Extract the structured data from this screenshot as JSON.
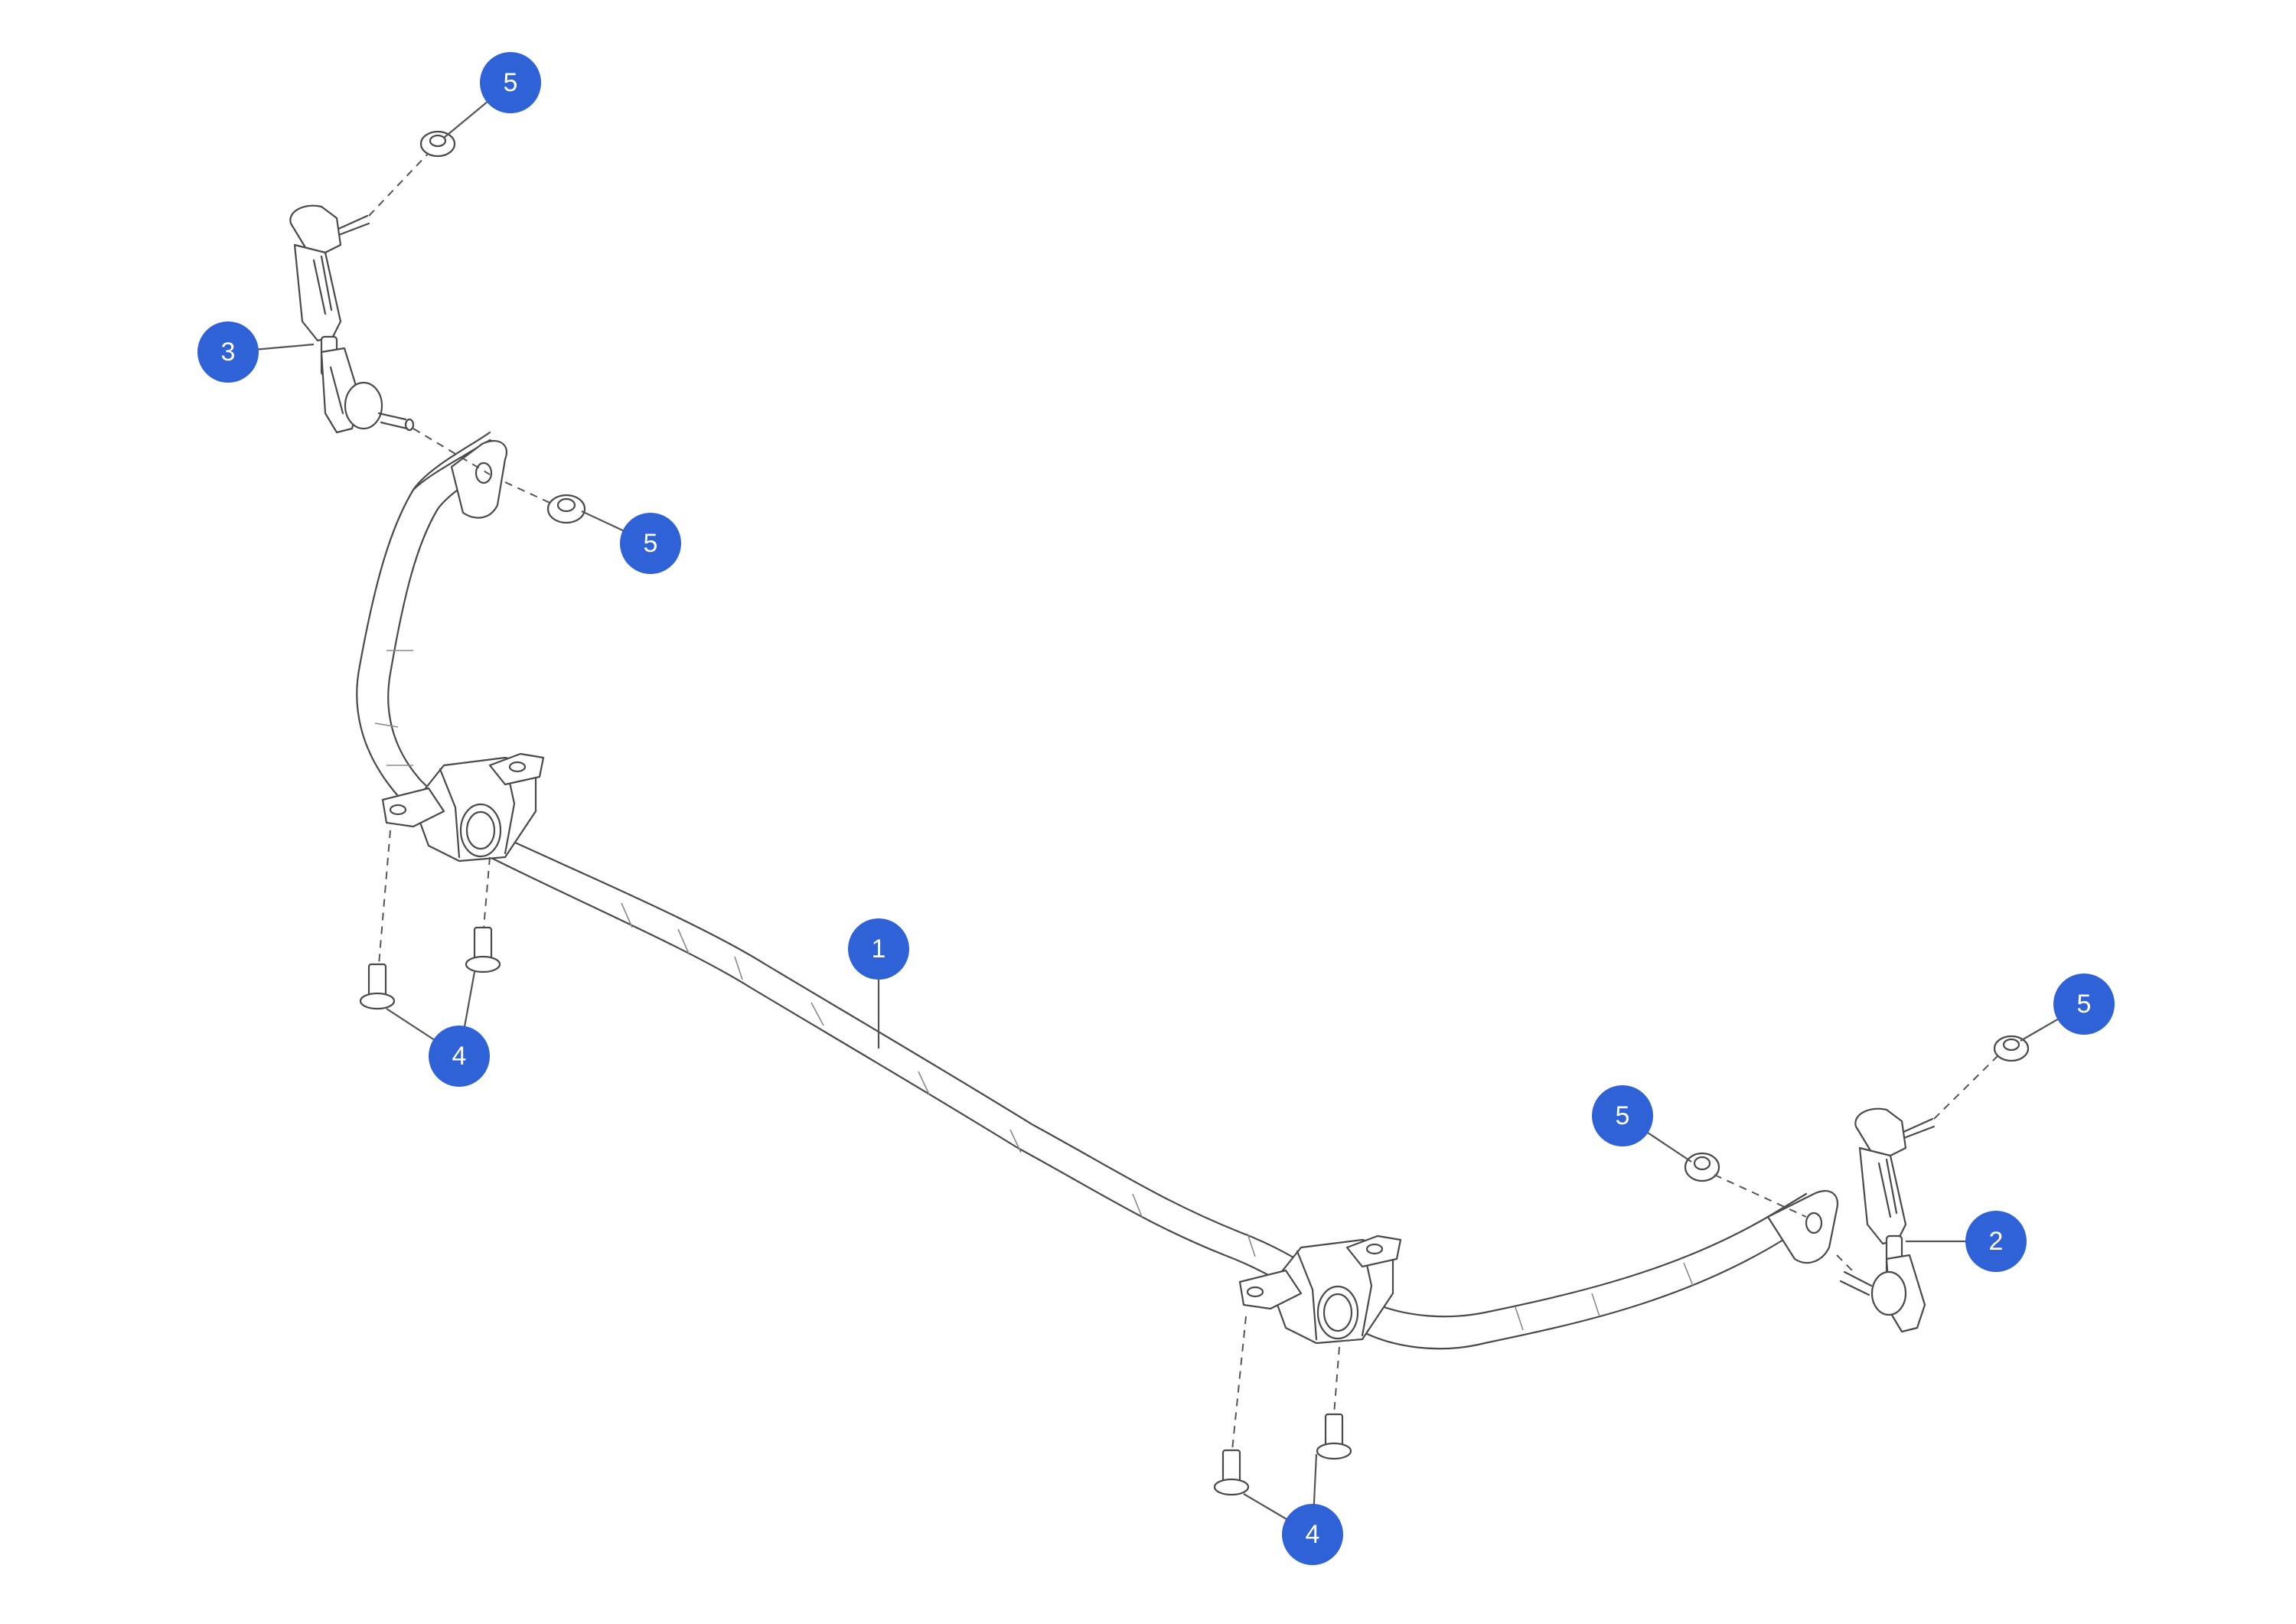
{
  "colors": {
    "callout": "#2f62d6",
    "line": "#4a4a4a",
    "background": "#ffffff"
  },
  "callouts": [
    {
      "id": "c-1",
      "label": "1"
    },
    {
      "id": "c-2",
      "label": "2"
    },
    {
      "id": "c-3",
      "label": "3"
    },
    {
      "id": "c-4a",
      "label": "4"
    },
    {
      "id": "c-4b",
      "label": "4"
    },
    {
      "id": "c-5a",
      "label": "5"
    },
    {
      "id": "c-5b",
      "label": "5"
    },
    {
      "id": "c-5c",
      "label": "5"
    },
    {
      "id": "c-5d",
      "label": "5"
    }
  ]
}
